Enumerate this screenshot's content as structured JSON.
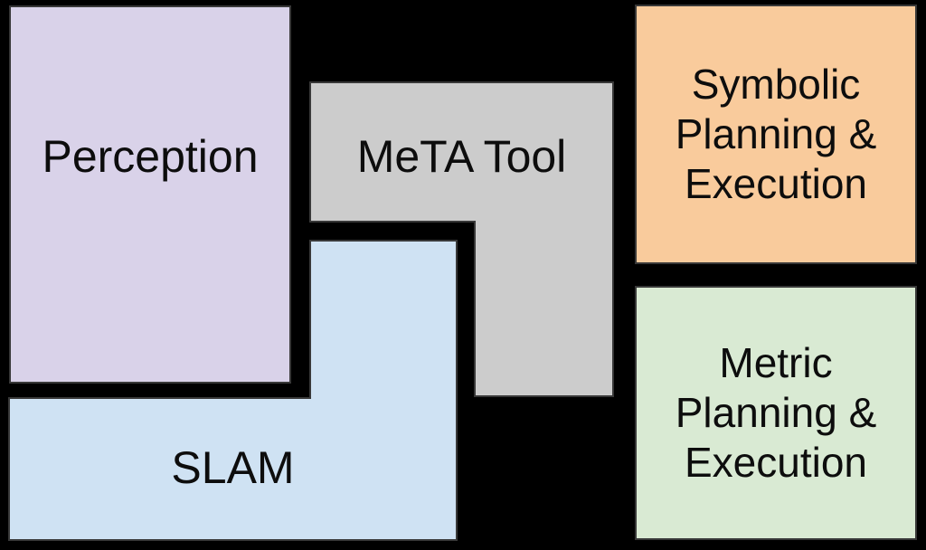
{
  "diagram": {
    "background": "#000000",
    "text_color": "#0d0d0d",
    "border_color": "#383838",
    "blocks": {
      "perception": {
        "label": "Perception",
        "fill": "#d9d2e9",
        "shape": "rectangle"
      },
      "meta_tool": {
        "label": "MeTA Tool",
        "fill": "#cccccc",
        "shape": "L-shape"
      },
      "slam": {
        "label": "SLAM",
        "fill": "#cfe2f3",
        "shape": "L-shape"
      },
      "symbolic_planning": {
        "lines": [
          "Symbolic",
          "Planning &",
          "Execution"
        ],
        "fill": "#f9cb9c",
        "shape": "rectangle"
      },
      "metric_planning": {
        "lines": [
          "Metric",
          "Planning &",
          "Execution"
        ],
        "fill": "#d9ead3",
        "shape": "rectangle"
      }
    }
  }
}
